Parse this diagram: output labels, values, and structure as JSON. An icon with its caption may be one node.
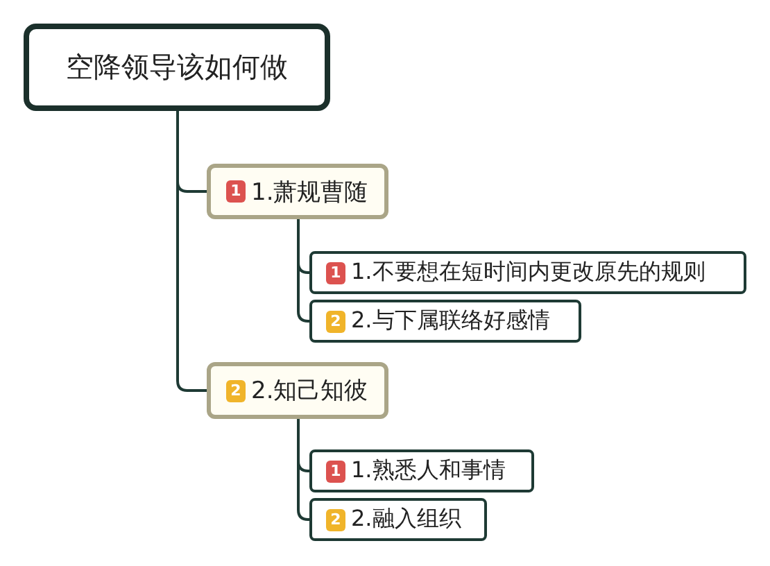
{
  "diagram": {
    "nodes": [
      {
        "text": [
          "空降领导该如何做"
        ]
      },
      {
        "text": [
          "1",
          "1.萧规曹随"
        ]
      },
      {
        "text": [
          "1",
          "1.不要想在短时间内更改原先的规则"
        ]
      },
      {
        "text": [
          "2",
          "2.与下属联络好感情"
        ]
      },
      {
        "text": [
          "2",
          "2.知己知彼"
        ]
      },
      {
        "text": [
          "1",
          "1.熟悉人和事情"
        ]
      },
      {
        "text": [
          "2",
          "2.融入组织"
        ]
      }
    ],
    "edges": [
      {
        "from": 0,
        "to": 1,
        "arrow": "none"
      },
      {
        "from": 1,
        "to": 2,
        "arrow": "none"
      },
      {
        "from": 1,
        "to": 3,
        "arrow": "none"
      },
      {
        "from": 0,
        "to": 4,
        "arrow": "none"
      },
      {
        "from": 4,
        "to": 5,
        "arrow": "none"
      },
      {
        "from": 4,
        "to": 6,
        "arrow": "none"
      }
    ]
  }
}
